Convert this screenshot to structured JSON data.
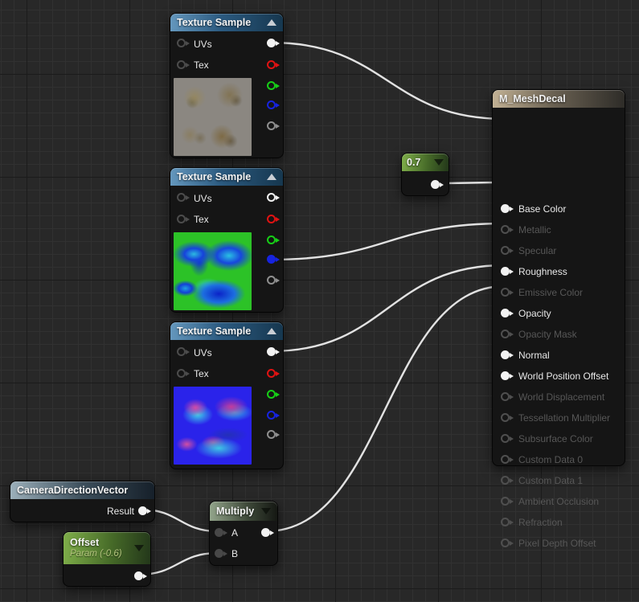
{
  "canvas": {
    "background": "#282828",
    "grid_minor_color": "#313131",
    "grid_major_color": "#1b1b1b",
    "wire_color": "#e2e2e2"
  },
  "pin_colors": {
    "rgb_white": "#f2f2f2",
    "r_red": "#e01212",
    "g_green": "#17cf17",
    "b_blue": "#1724e0",
    "a_gray": "#8f8f8f",
    "input_dark": "#4c4c4c",
    "disabled": "#4f4f4f"
  },
  "texture_sample_1": {
    "title": "Texture Sample",
    "inputs": [
      "UVs",
      "Tex"
    ],
    "outputs": [
      "RGB",
      "R",
      "G",
      "B",
      "A"
    ],
    "connected_output": "RGB",
    "preview": "diffuse-texture"
  },
  "texture_sample_2": {
    "title": "Texture Sample",
    "inputs": [
      "UVs",
      "Tex"
    ],
    "outputs": [
      "RGB",
      "R",
      "G",
      "B",
      "A"
    ],
    "connected_output": "B",
    "preview": "green-blue-mask-texture"
  },
  "texture_sample_3": {
    "title": "Texture Sample",
    "inputs": [
      "UVs",
      "Tex"
    ],
    "outputs": [
      "RGB",
      "R",
      "G",
      "B",
      "A"
    ],
    "connected_output": "RGB",
    "preview": "normal-map-texture"
  },
  "constant": {
    "value": "0.7"
  },
  "decal": {
    "title": "M_MeshDecal",
    "inputs": [
      {
        "label": "Base Color",
        "connected": true
      },
      {
        "label": "Metallic",
        "connected": false
      },
      {
        "label": "Specular",
        "connected": false
      },
      {
        "label": "Roughness",
        "connected": true
      },
      {
        "label": "Emissive Color",
        "connected": false
      },
      {
        "label": "Opacity",
        "connected": true
      },
      {
        "label": "Opacity Mask",
        "connected": false
      },
      {
        "label": "Normal",
        "connected": true
      },
      {
        "label": "World Position Offset",
        "connected": true
      },
      {
        "label": "World Displacement",
        "connected": false
      },
      {
        "label": "Tessellation Multiplier",
        "connected": false
      },
      {
        "label": "Subsurface Color",
        "connected": false
      },
      {
        "label": "Custom Data 0",
        "connected": false
      },
      {
        "label": "Custom Data 1",
        "connected": false
      },
      {
        "label": "Ambient Occlusion",
        "connected": false
      },
      {
        "label": "Refraction",
        "connected": false
      },
      {
        "label": "Pixel Depth Offset",
        "connected": false
      }
    ]
  },
  "camera": {
    "title": "CameraDirectionVector",
    "output_label": "Result"
  },
  "offset": {
    "title": "Offset",
    "subtitle": "Param (-0.6)"
  },
  "multiply": {
    "title": "Multiply",
    "input_a": "A",
    "input_b": "B"
  },
  "connections": [
    {
      "from": "texture-sample-1.RGB",
      "to": "M_MeshDecal.Base Color"
    },
    {
      "from": "constant-0.7.output",
      "to": "M_MeshDecal.Roughness"
    },
    {
      "from": "texture-sample-2.B",
      "to": "M_MeshDecal.Opacity"
    },
    {
      "from": "texture-sample-3.RGB",
      "to": "M_MeshDecal.Normal"
    },
    {
      "from": "multiply.output",
      "to": "M_MeshDecal.World Position Offset"
    },
    {
      "from": "camera-direction-vector.Result",
      "to": "multiply.A"
    },
    {
      "from": "offset.output",
      "to": "multiply.B"
    }
  ]
}
